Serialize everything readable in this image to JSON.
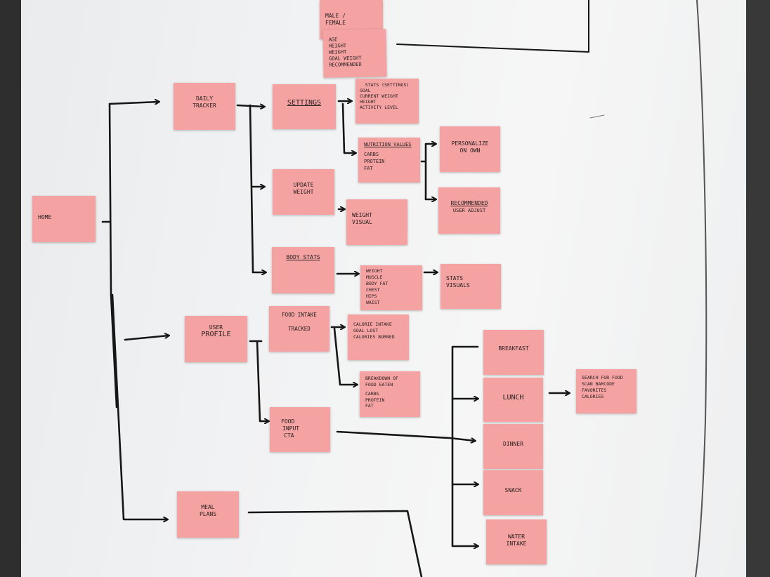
{
  "notes": {
    "home": "Home",
    "top_a": [
      "Male /",
      "Female"
    ],
    "top_b": [
      "age",
      "height",
      "weight",
      "goal weight",
      "recommended"
    ],
    "daily_tracker": [
      "Daily",
      "Tracker"
    ],
    "settings": "Settings",
    "stats_settings": [
      "Stats (settings)",
      "goal",
      "current weight",
      "height",
      "activity level"
    ],
    "nutrition_values": [
      "Nutrition Values",
      "Carbs",
      "Protein",
      "Fat"
    ],
    "personalize": [
      "Personalize",
      "on own"
    ],
    "recommended": [
      "Recommended",
      "user adjust"
    ],
    "update_weight": [
      "Update",
      "Weight"
    ],
    "weight_visual": [
      "Weight",
      "visual"
    ],
    "body_stats": "Body Stats",
    "body_stats_list": [
      "Weight",
      "Muscle",
      "Body fat",
      "Chest",
      "Hips",
      "Waist"
    ],
    "stats_visuals": [
      "Stats",
      "visuals"
    ],
    "user_profile": [
      "User",
      "Profile"
    ],
    "food_intake": [
      "Food intake",
      "tracked"
    ],
    "calorie_intake": [
      "Calorie intake",
      "Goal lost",
      "calories burned"
    ],
    "breakdown": [
      "Breakdown of",
      "food eaten",
      "Carbs",
      "Protein",
      "Fat"
    ],
    "food_input": [
      "Food",
      "input",
      "CTA"
    ],
    "breakfast": "Breakfast",
    "lunch": "Lunch",
    "dinner": "Dinner",
    "snack": "Snack",
    "water": [
      "Water",
      "intake"
    ],
    "search": [
      "Search for food",
      "scan barcode",
      "favorites",
      "calories"
    ],
    "meal_plans": [
      "Meal",
      "Plans"
    ]
  }
}
